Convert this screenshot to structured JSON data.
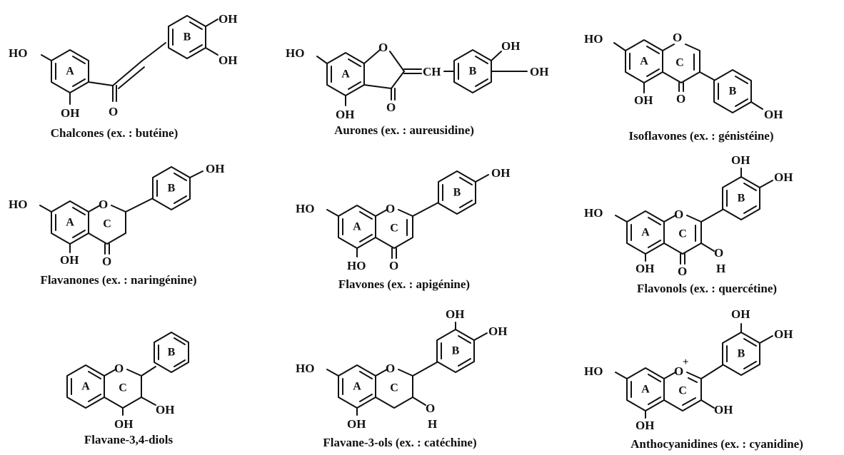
{
  "atoms": {
    "hydroxyl": "OH",
    "hydroxyl_left": "HO",
    "oxygen": "O",
    "hydrogen": "H",
    "methine": "CH",
    "positive_charge": "+"
  },
  "rings": {
    "a": "A",
    "b": "B",
    "c": "C"
  },
  "compounds": [
    {
      "caption": "Chalcones (ex. : butéine)"
    },
    {
      "caption": "Aurones (ex. : aureusidine)"
    },
    {
      "caption": "Isoflavones (ex. : génistéine)"
    },
    {
      "caption": "Flavanones (ex. : naringénine)"
    },
    {
      "caption": "Flavones (ex. : apigénine)"
    },
    {
      "caption": "Flavonols (ex. : quercétine)"
    },
    {
      "caption": "Flavane-3,4-diols"
    },
    {
      "caption": "Flavane-3-ols (ex. : catéchine)"
    },
    {
      "caption": "Anthocyanidines (ex. : cyanidine)"
    }
  ]
}
